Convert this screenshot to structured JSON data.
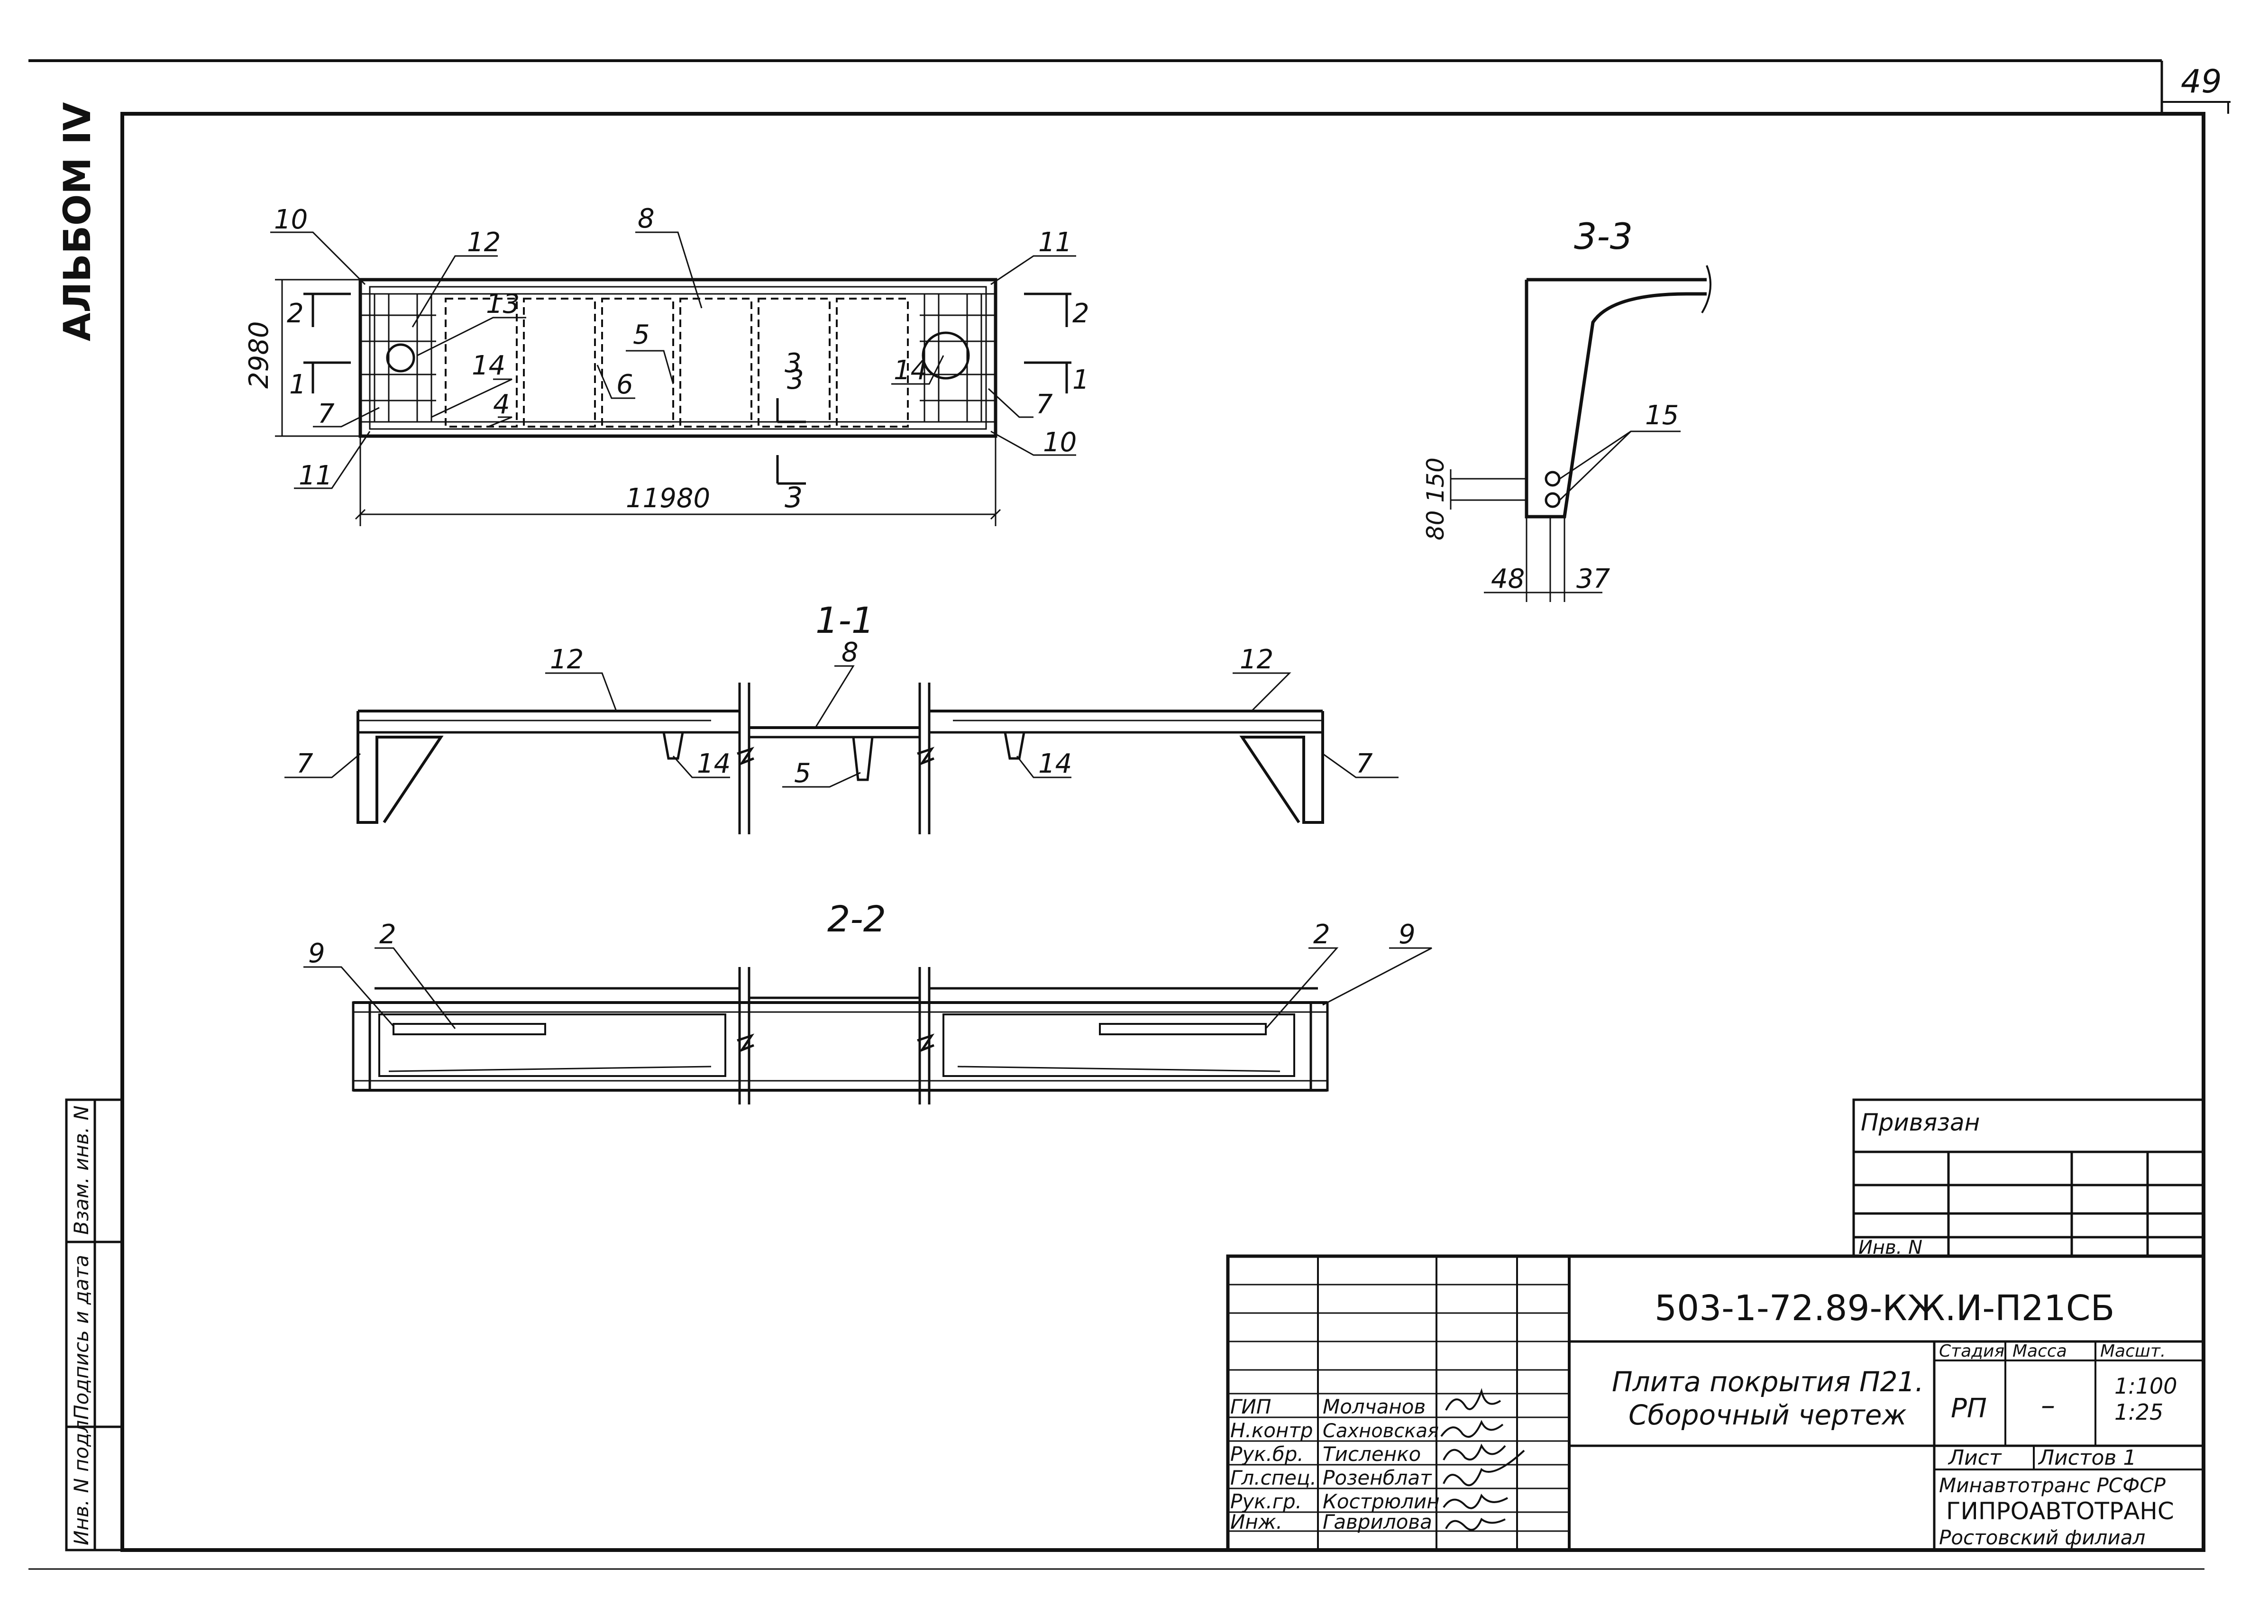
{
  "sheet_number": "49",
  "album_label": "АЛЬБОМ IV",
  "side_stamp": {
    "inv_podl": "Инв. N подл",
    "podpis_data": "Подпись и дата",
    "vzam_inv": "Взам. инв. N"
  },
  "plan": {
    "callouts": [
      "10",
      "12",
      "8",
      "11",
      "13",
      "5",
      "14",
      "3",
      "6",
      "4",
      "7",
      "14",
      "7",
      "10",
      "11"
    ],
    "dim_width": "2980",
    "dim_length": "11980",
    "section_marks": [
      "2",
      "1",
      "2",
      "1",
      "3",
      "3"
    ]
  },
  "section_3_3": {
    "title": "3-3",
    "callout": "15",
    "dim_vertical": "80 150",
    "dim_left": "48",
    "dim_right": "37"
  },
  "section_1_1": {
    "title": "1-1",
    "callouts": [
      "12",
      "8",
      "12",
      "7",
      "14",
      "5",
      "14",
      "7"
    ]
  },
  "section_2_2": {
    "title": "2-2",
    "callouts": [
      "9",
      "2",
      "2",
      "9"
    ]
  },
  "title_block": {
    "privyazan": "Привязан",
    "inv_n": "Инв. N",
    "designation": "503-1-72.89-КЖ.И-П21СБ",
    "name_line1": "Плита покрытия П21.",
    "name_line2": "Сборочный чертеж",
    "head_stage": "Стадия",
    "head_mass": "Масса",
    "head_scale": "Масшт.",
    "stage": "РП",
    "mass": "–",
    "scale1": "1:100",
    "scale2": "1:25",
    "sheet_label": "Лист",
    "sheets_label": "Листов 1",
    "org1": "Минавтотранс РСФСР",
    "org2": "ГИПРОАВТОТРАНС",
    "org3": "Ростовский филиал",
    "people": [
      {
        "role": "ГИП",
        "name": "Молчанов"
      },
      {
        "role": "Н.контр",
        "name": "Сахновская"
      },
      {
        "role": "Рук.бр.",
        "name": "Тисленко"
      },
      {
        "role": "Гл.спец.",
        "name": "Розенблат"
      },
      {
        "role": "Рук.гр.",
        "name": "Кострюлин"
      },
      {
        "role": "Инж.",
        "name": "Гаврилова"
      }
    ]
  }
}
